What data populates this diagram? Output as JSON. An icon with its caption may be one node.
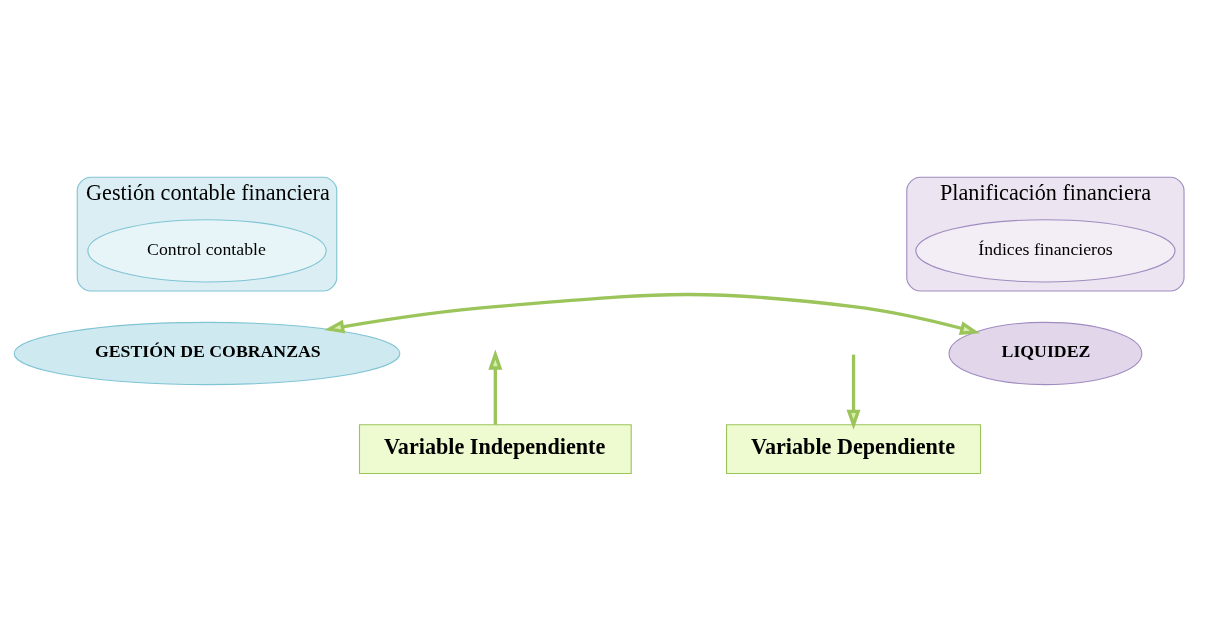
{
  "diagram": {
    "nodes": [
      {
        "text": [
          "Gestión contable financiera"
        ]
      },
      {
        "text": [
          "Control contable"
        ],
        "in": 0
      },
      {
        "text": [
          "GESTIÓN DE COBRANZAS"
        ]
      },
      {
        "text": [
          "Planificación financiera"
        ]
      },
      {
        "text": [
          "Índices financieros"
        ],
        "in": 3
      },
      {
        "text": [
          "LIQUIDEZ"
        ]
      },
      {
        "text": [
          "Variable Independiente"
        ]
      },
      {
        "text": [
          "Variable Dependiente"
        ]
      }
    ],
    "edges": [
      {
        "from": 6,
        "to": null,
        "arrow": "to"
      },
      {
        "from": 2,
        "to": 5,
        "arrow": "both"
      },
      {
        "from": null,
        "to": 7,
        "arrow": "to"
      }
    ]
  }
}
